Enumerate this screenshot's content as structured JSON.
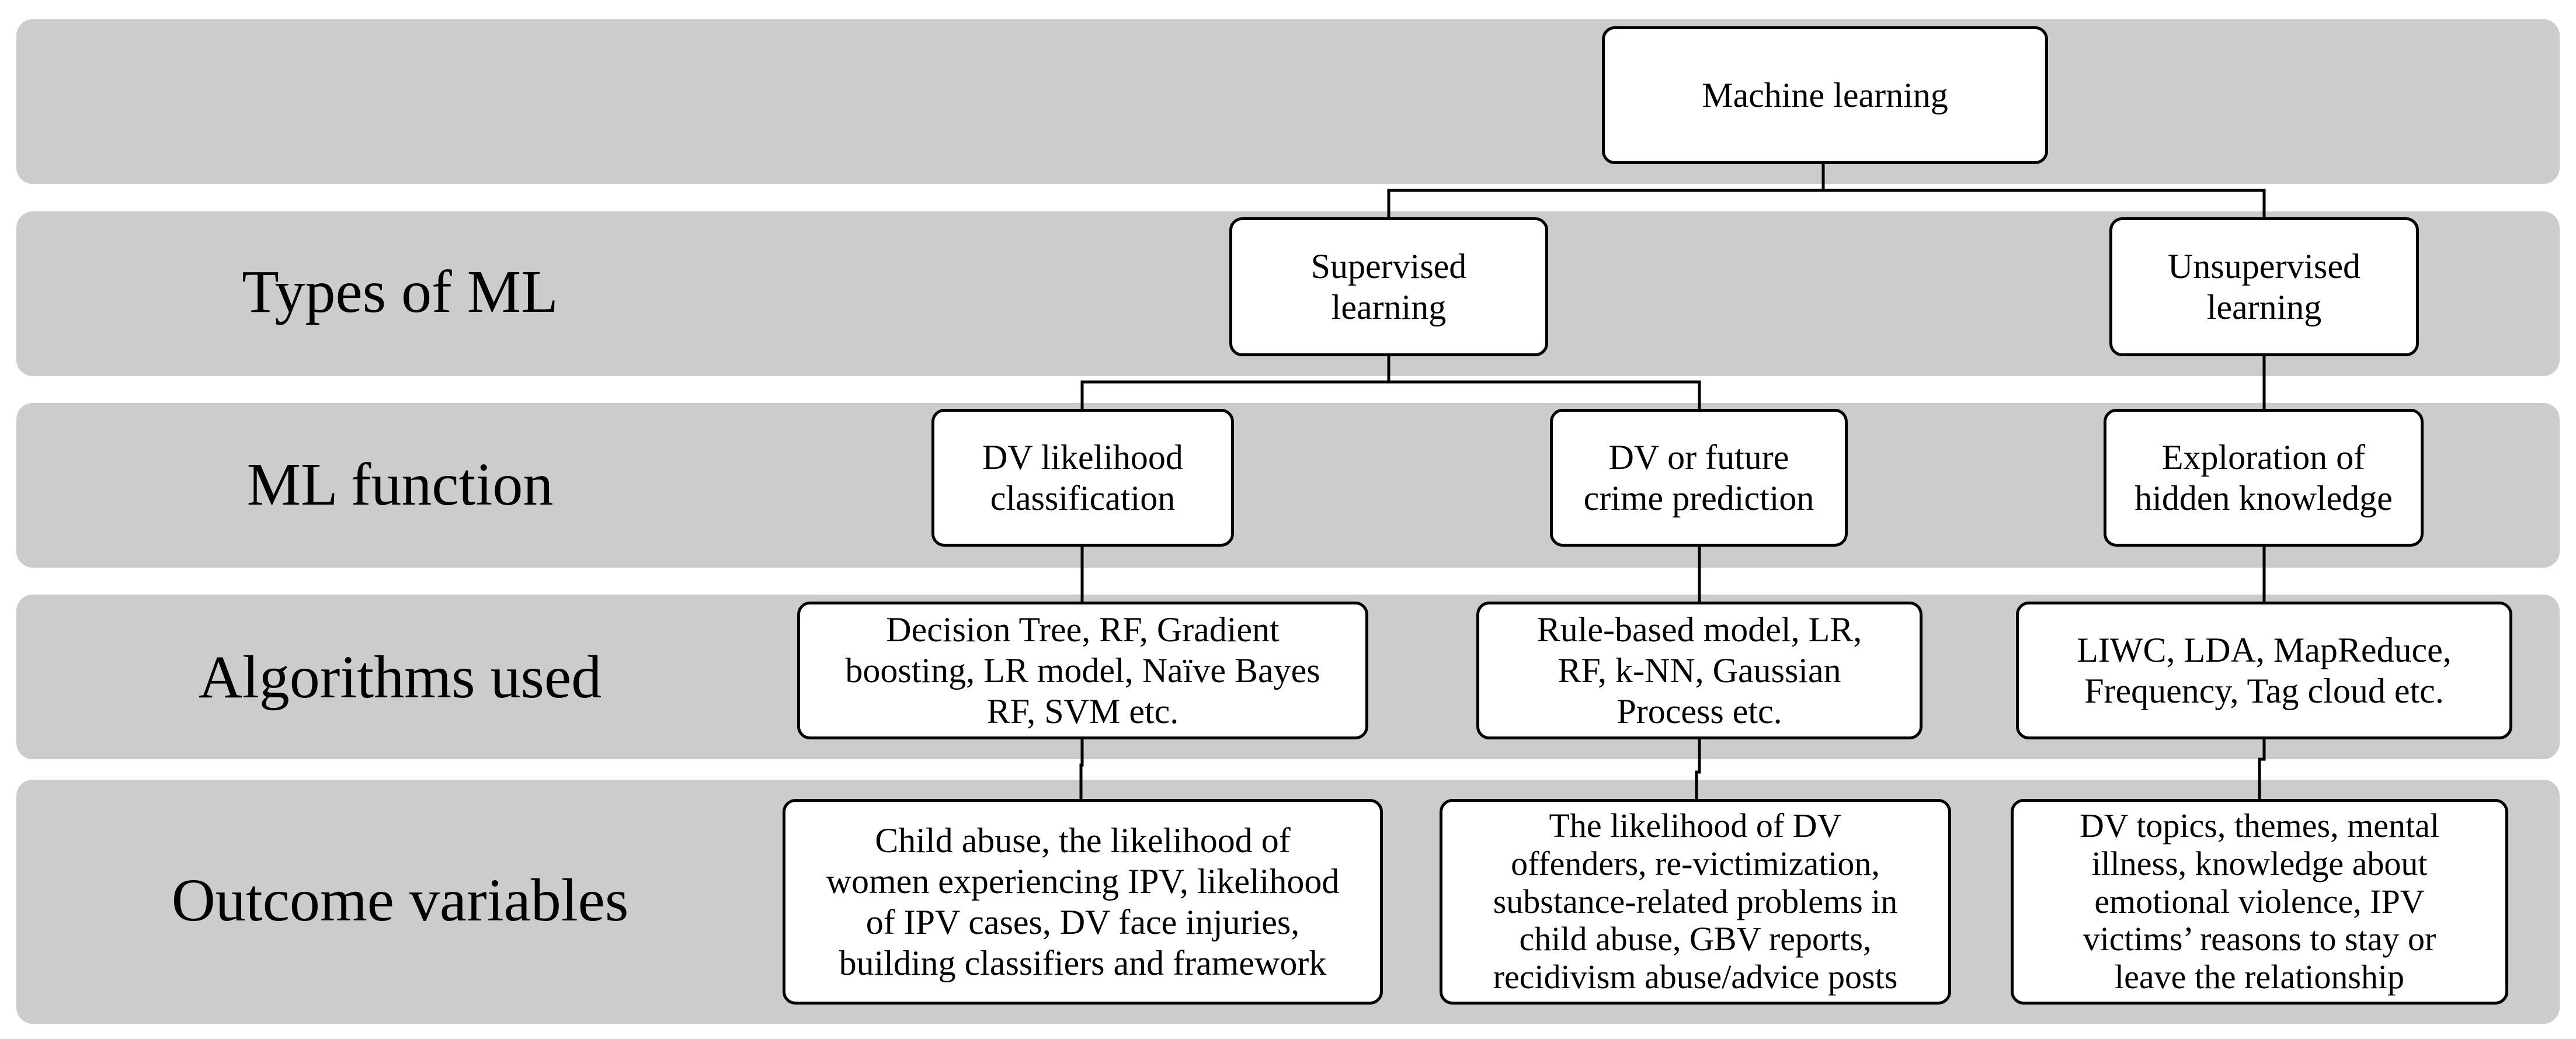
{
  "rows": {
    "types_label": "Types of ML",
    "function_label": "ML function",
    "algorithms_label": "Algorithms used",
    "outcomes_label": "Outcome variables"
  },
  "nodes": {
    "root": "Machine learning",
    "supervised": "Supervised\nlearning",
    "unsupervised": "Unsupervised\nlearning",
    "fn_classification": "DV likelihood\nclassification",
    "fn_prediction": "DV or future\ncrime prediction",
    "fn_exploration": "Exploration of\nhidden knowledge",
    "alg_classification": "Decision Tree, RF, Gradient\nboosting, LR model, Naïve Bayes\nRF, SVM etc.",
    "alg_prediction": "Rule-based model, LR,\nRF, k-NN, Gaussian\nProcess etc.",
    "alg_exploration": "LIWC, LDA, MapReduce,\nFrequency, Tag cloud etc.",
    "out_classification": "Child abuse, the likelihood of\nwomen experiencing IPV, likelihood\nof IPV cases, DV face injuries,\nbuilding classifiers and framework",
    "out_prediction": "The likelihood of DV\noffenders, re-victimization,\nsubstance-related problems in\nchild abuse, GBV reports,\nrecidivism abuse/advice posts",
    "out_exploration": "DV topics, themes, mental\nillness, knowledge about\nemotional violence, IPV\nvictims’ reasons to stay or\nleave the relationship"
  }
}
